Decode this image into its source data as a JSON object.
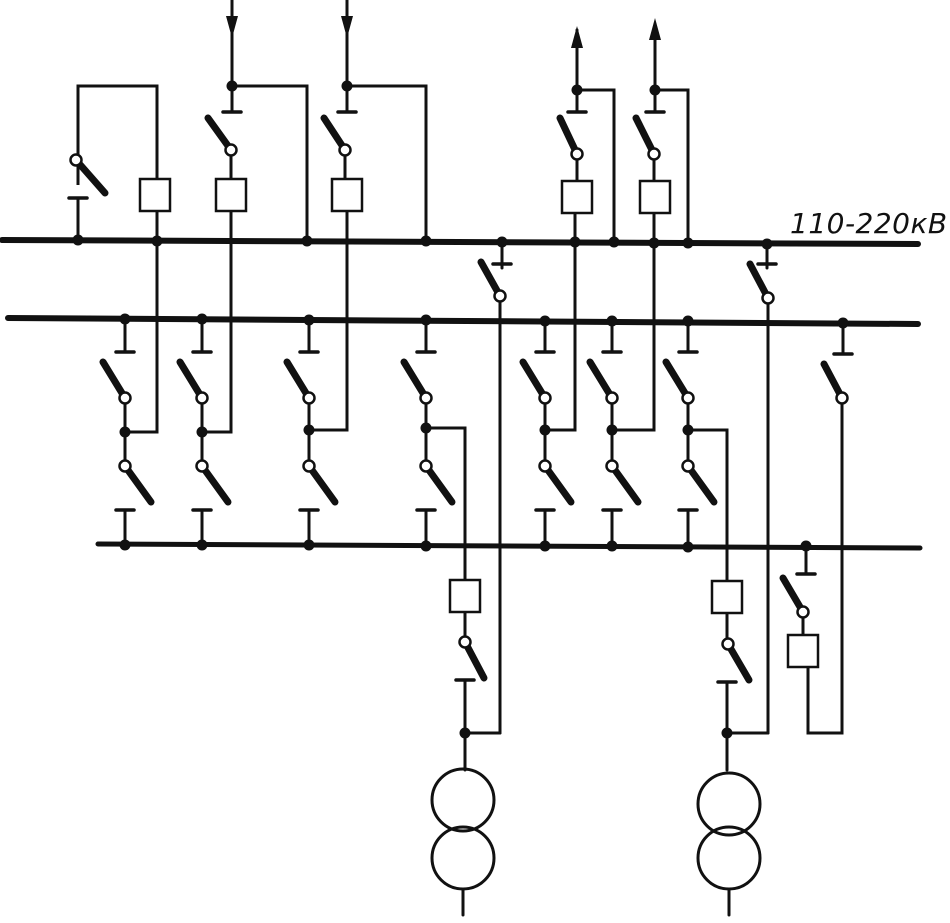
{
  "diagram": {
    "voltage_label": "110-220кВ",
    "colors": {
      "ink": "#111111",
      "paper": "#ffffff"
    },
    "symbols": [
      "circuit-breaker",
      "disconnector",
      "transformer",
      "busbar",
      "line-arrow"
    ],
    "feeders": [
      {
        "id": "feeder-1",
        "arrow": "none"
      },
      {
        "id": "feeder-2",
        "arrow": "in"
      },
      {
        "id": "feeder-3",
        "arrow": "in"
      },
      {
        "id": "feeder-4",
        "arrow": "out"
      },
      {
        "id": "feeder-5",
        "arrow": "out"
      }
    ],
    "transformers": [
      {
        "id": "transformer-1"
      },
      {
        "id": "transformer-2"
      }
    ]
  }
}
